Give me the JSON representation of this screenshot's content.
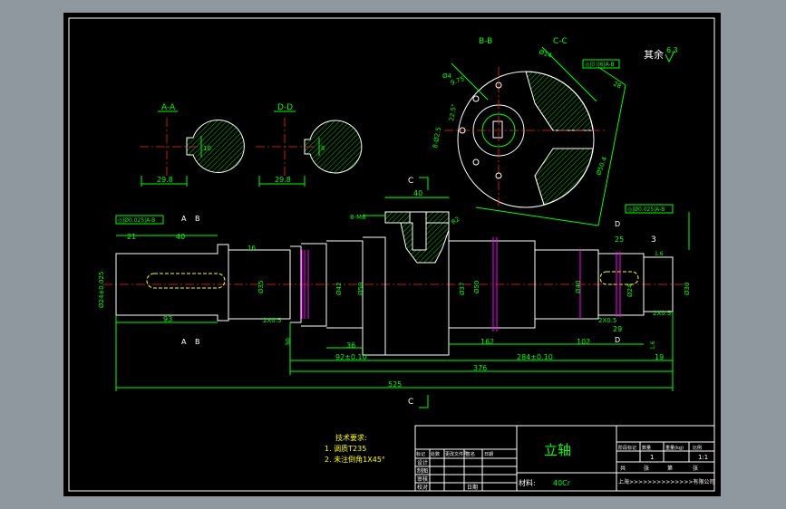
{
  "colors": {
    "background": "#90989f",
    "sheet": "#000000",
    "outline": "#ffffff",
    "dimension": "#00ff00",
    "centerline": "#ff2020",
    "hidden": "#ffff00",
    "thread": "#ff00ff"
  },
  "sections": {
    "aa": "A-A",
    "dd": "D-D",
    "bb": "B-B",
    "cc": "C-C",
    "c_top": "C",
    "c_bottom": "C",
    "a_top": "A",
    "b_top": "B",
    "a_bottom": "A",
    "b_bottom": "B",
    "d_top": "D",
    "d_bottom": "D"
  },
  "roughness": {
    "label": "其余",
    "value": "6.3"
  },
  "tolerance_frames": {
    "left": "◎|Ø0.025|A-B",
    "right": "◎|Ø0.025|A-B",
    "cc_top": "◎|0.06|A-B"
  },
  "dims": {
    "aa_width": "29.8",
    "aa_key": "10",
    "dd_width": "29.8",
    "dd_key": "8",
    "bb_hole": "Ø4",
    "bb_angle1": "9.75",
    "bb_angle2": "22.5°",
    "bb_holes": "8-Ø2.5",
    "cc_d1": "Ø14",
    "cc_d2": "28",
    "cc_r": "Ø50.4",
    "top_40": "40",
    "top_r": "R2",
    "bm": "8-M6",
    "d21": "21",
    "d40": "40",
    "d16": "16",
    "d25": "25",
    "d3": "3",
    "d1_6": "1.6",
    "d_left": "Ø24±0.025",
    "d35": "Ø35",
    "d42": "Ø42",
    "d50a": "Ø50",
    "d50b": "Ø50",
    "d37": "Ø37",
    "d40b": "Ø40",
    "d24r": "Ø24",
    "d30r": "Ø30",
    "c2x05a": "2X0.5",
    "c2x05b": "2X0.5",
    "c2x05c": "2X0.5",
    "d29": "29",
    "d93": "93",
    "d36": "36",
    "d162": "162",
    "d102": "102",
    "d92": "92±0.10",
    "d284": "284±0.10",
    "d19": "19",
    "d376": "376",
    "d525": "525",
    "d30l": "30",
    "d16l": "1.6"
  },
  "notes": {
    "title": "技术要求:",
    "line1": "1. 调质T235",
    "line2": "2. 未注倒角1X45°"
  },
  "title_block": {
    "part_name": "立轴",
    "material_label": "材料:",
    "material": "40Cr",
    "company": "上海>>>>>>>>>>>>>>有限公司",
    "rev_headers": [
      "标记",
      "处数",
      "更改文件号",
      "签名",
      "日期"
    ],
    "rows": [
      "设计",
      "制图",
      "审核",
      "校对"
    ],
    "date_label": "日期",
    "stage_headers": [
      "阶段标记",
      "数量",
      "重量(kg)",
      "比例"
    ],
    "count": "1",
    "scale": "1:1",
    "sheet_labels": [
      "共",
      "张",
      "第",
      "张"
    ]
  }
}
